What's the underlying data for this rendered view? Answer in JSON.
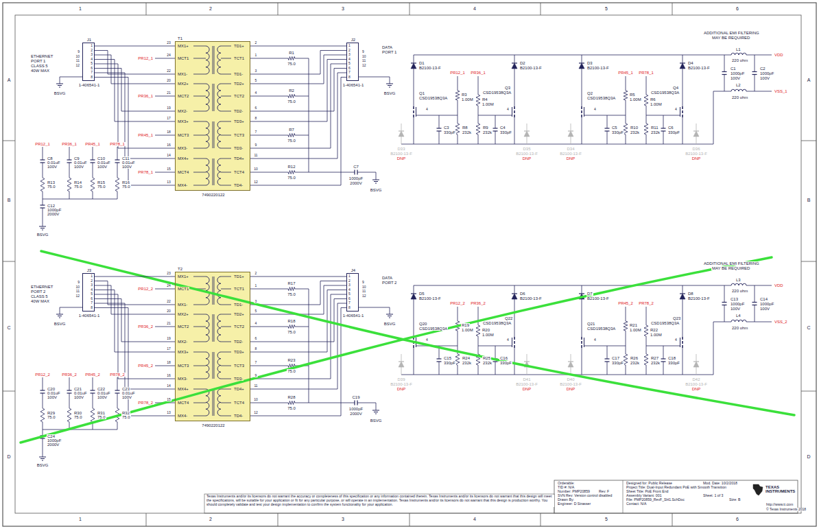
{
  "diagram": {
    "nodes": [
      {
        "text": [
          "J1",
          "1-406541-1"
        ]
      },
      {
        "text": [
          "T1",
          "7490220122"
        ]
      },
      {
        "text": [
          "J2",
          "1-406541-1"
        ]
      },
      {
        "text": [
          "J3",
          "1-406541-1"
        ]
      },
      {
        "text": [
          "T2",
          "7490220122"
        ]
      },
      {
        "text": [
          "J4",
          "1-406541-1"
        ]
      }
    ],
    "edges": [
      {
        "from": 0,
        "to": 1,
        "arrow": "none"
      },
      {
        "from": 1,
        "to": 2,
        "arrow": "none"
      },
      {
        "from": 3,
        "to": 4,
        "arrow": "none"
      },
      {
        "from": 4,
        "to": 5,
        "arrow": "none"
      }
    ],
    "labels": [
      "ETHERNET",
      "PORT 1",
      "CLASS 5",
      "40W MAX",
      "9",
      "10",
      "11",
      "12",
      "1",
      "2",
      "3",
      "4",
      "5",
      "6",
      "7",
      "8",
      "BSVG",
      "PR12_1",
      "PR36_1",
      "PR45_1",
      "PR78_1",
      "23",
      "24",
      "22",
      "20",
      "21",
      "19",
      "17",
      "18",
      "16",
      "14",
      "15",
      "13",
      "MX1+",
      "MCT1",
      "MX1-",
      "MX2+",
      "MCT2",
      "MX2-",
      "MX3+",
      "MCT3",
      "MX3-",
      "MX4+",
      "MCT4",
      "MX4-",
      "TD1+",
      "TCT1",
      "TD1-",
      "TD2+",
      "TCT2",
      "TD2-",
      "TD3+",
      "TCT3",
      "TD3-",
      "TD4+",
      "TCT4",
      "TD4-",
      "2",
      "1",
      "3",
      "5",
      "4",
      "6",
      "8",
      "7",
      "9",
      "11",
      "10",
      "12",
      "R1",
      "75.0",
      "R2",
      "75.0",
      "R7",
      "75.0",
      "R12",
      "75.0",
      "C7",
      "1000pF",
      "2000V",
      "BSVG",
      "1",
      "2",
      "3",
      "4",
      "5",
      "6",
      "7",
      "8",
      "9",
      "10",
      "11",
      "12",
      "DATA",
      "PORT 1",
      "BSVG",
      "PR12_1",
      "PR36_1",
      "PR45_1",
      "PR78_1",
      "C8",
      "0.01uF",
      "100V",
      "C9",
      "0.01uF",
      "100V",
      "C10",
      "0.01uF",
      "100V",
      "C11",
      "0.01uF",
      "100V",
      "R13",
      "75.0",
      "R14",
      "75.0",
      "R15",
      "75.0",
      "R16",
      "75.0",
      "C12",
      "1000pF",
      "2000V",
      "BSVG",
      "D1",
      "B2100-13-F",
      "D2",
      "B2100-13-F",
      "D3",
      "B2100-13-F",
      "D4",
      "B2100-13-F",
      "PR12_1",
      "PR36_1",
      "PR45_1",
      "PR78_1",
      "Q1",
      "CSD19538Q3A",
      "Q3",
      "CSD19538Q3A",
      "Q2",
      "CSD19538Q3A",
      "Q4",
      "CSD19538Q3A",
      "R3",
      "1.00M",
      "R4",
      "1.00M",
      "R5",
      "1.00M",
      "R6",
      "1.00M",
      "C3",
      "330pF",
      "R8",
      "232k",
      "R9",
      "232k",
      "C4",
      "330pF",
      "C5",
      "330pF",
      "R10",
      "232k",
      "R11",
      "232k",
      "C6",
      "330pF",
      "4",
      "4",
      "4",
      "4",
      "D33",
      "B2100-13-F",
      "DNP",
      "D35",
      "B2100-13-F",
      "DNP",
      "D34",
      "B2100-13-F",
      "DNP",
      "D36",
      "B2100-13-F",
      "DNP",
      "L1",
      "220 ohm",
      "C1",
      "1000pF",
      "100V",
      "C2",
      "1000pF",
      "100V",
      "L2",
      "220 ohm",
      "VDD",
      "VSS_1",
      "ADDITIONAL EMI FILTERING",
      "MAY BE REQUIRED",
      "ETHERNET",
      "PORT 2",
      "CLASS 5",
      "40W MAX",
      "9",
      "10",
      "11",
      "12",
      "1",
      "2",
      "3",
      "4",
      "5",
      "6",
      "7",
      "8",
      "BSVG",
      "PR12_2",
      "PR36_2",
      "PR45_2",
      "PR78_2",
      "23",
      "24",
      "22",
      "20",
      "21",
      "19",
      "17",
      "18",
      "16",
      "14",
      "15",
      "13",
      "MX1+",
      "MCT1",
      "MX1-",
      "MX2+",
      "MCT2",
      "MX2-",
      "MX3+",
      "MCT3",
      "MX3-",
      "MX4+",
      "MCT4",
      "MX4-",
      "TD1+",
      "TCT1",
      "TD1-",
      "TD2+",
      "TCT2",
      "TD2-",
      "TD3+",
      "TCT3",
      "TD3-",
      "TD4+",
      "TCT4",
      "TD4-",
      "2",
      "1",
      "3",
      "5",
      "4",
      "6",
      "8",
      "7",
      "9",
      "11",
      "10",
      "12",
      "R17",
      "75.0",
      "R18",
      "75.0",
      "R23",
      "75.0",
      "R28",
      "75.0",
      "C19",
      "1000pF",
      "2000V",
      "BSVG",
      "1",
      "2",
      "3",
      "4",
      "5",
      "6",
      "7",
      "8",
      "9",
      "10",
      "11",
      "12",
      "DATA",
      "PORT 2",
      "BSVG",
      "PR12_2",
      "PR36_2",
      "PR45_2",
      "PR78_2",
      "C20",
      "0.01uF",
      "100V",
      "C21",
      "0.01uF",
      "100V",
      "C22",
      "0.01uF",
      "100V",
      "C23",
      "0.01uF",
      "100V",
      "R29",
      "75.0",
      "R30",
      "75.0",
      "R31",
      "75.0",
      "R32",
      "75.0",
      "C24",
      "1000pF",
      "2000V",
      "BSVG",
      "D5",
      "B2100-13-F",
      "D6",
      "B2100-13-F",
      "D7",
      "B2100-13-F",
      "D8",
      "B2100-13-F",
      "PR12_2",
      "PR36_2",
      "PR45_2",
      "PR78_2",
      "Q20",
      "CSD19538Q3A",
      "Q22",
      "CSD19538Q3A",
      "Q21",
      "CSD19538Q3A",
      "Q23",
      "CSD19538Q3A",
      "R19",
      "1.00M",
      "R20",
      "1.00M",
      "R21",
      "1.00M",
      "R22",
      "1.00M",
      "C15",
      "330pF",
      "R24",
      "232k",
      "R25",
      "232k",
      "C16",
      "330pF",
      "C17",
      "330pF",
      "R26",
      "232k",
      "R27",
      "232k",
      "C18",
      "330pF",
      "4",
      "4",
      "4",
      "4",
      "D39",
      "B2100-13-F",
      "DNP",
      "D41",
      "B2100-13-F",
      "DNP",
      "D40",
      "B2100-13-F",
      "DNP",
      "D42",
      "B2100-13-F",
      "DNP",
      "L3",
      "220 ohm",
      "C13",
      "1000pF",
      "100V",
      "C14",
      "1000pF",
      "100V",
      "L4",
      "220 ohm",
      "VDD",
      "VSS_2",
      "ADDITIONAL EMI FILTERING",
      "MAY BE REQUIRED",
      "1",
      "2",
      "3",
      "4",
      "5",
      "6",
      "1",
      "2",
      "3",
      "4",
      "5",
      "6",
      "A",
      "B",
      "C",
      "D",
      "A",
      "B",
      "C",
      "D",
      "Orderable:",
      "Designed for: Public Release",
      "Mod. Date: 10/2/2018",
      "TID #: N/A",
      "Project Title: Dual-Input Redundant PoE with Smooth Transition",
      "Number: PMP20859",
      "Rev: F",
      "Sheet Title: PoE Front End",
      "SVN Rev: Version control disabled",
      "Assembly Variant: 001",
      "Sheet: 1 of 3",
      "Drawn By:",
      "File: PMP20859_RevF_SH1.SchDoc",
      "Size: B",
      "Engineer: D Strasser",
      "Contact: N/A",
      "http://www.ti.com",
      "TEXAS",
      "INSTRUMENTS",
      "© Texas Instruments 2018",
      "Texas Instruments and/or its licensors do not warrant the accuracy or completeness of this specification or any information contained therein. Texas Instruments and/or its licensors do not warrant that this design will meet the specifications, will be suitable for your application or fit for any particular purpose, or will operate in an implementation. Texas Instruments and/or its licensors do not warrant that this design is production worthy. You should completely validate and test your design implementation to confirm the system functionality for your application."
    ]
  }
}
